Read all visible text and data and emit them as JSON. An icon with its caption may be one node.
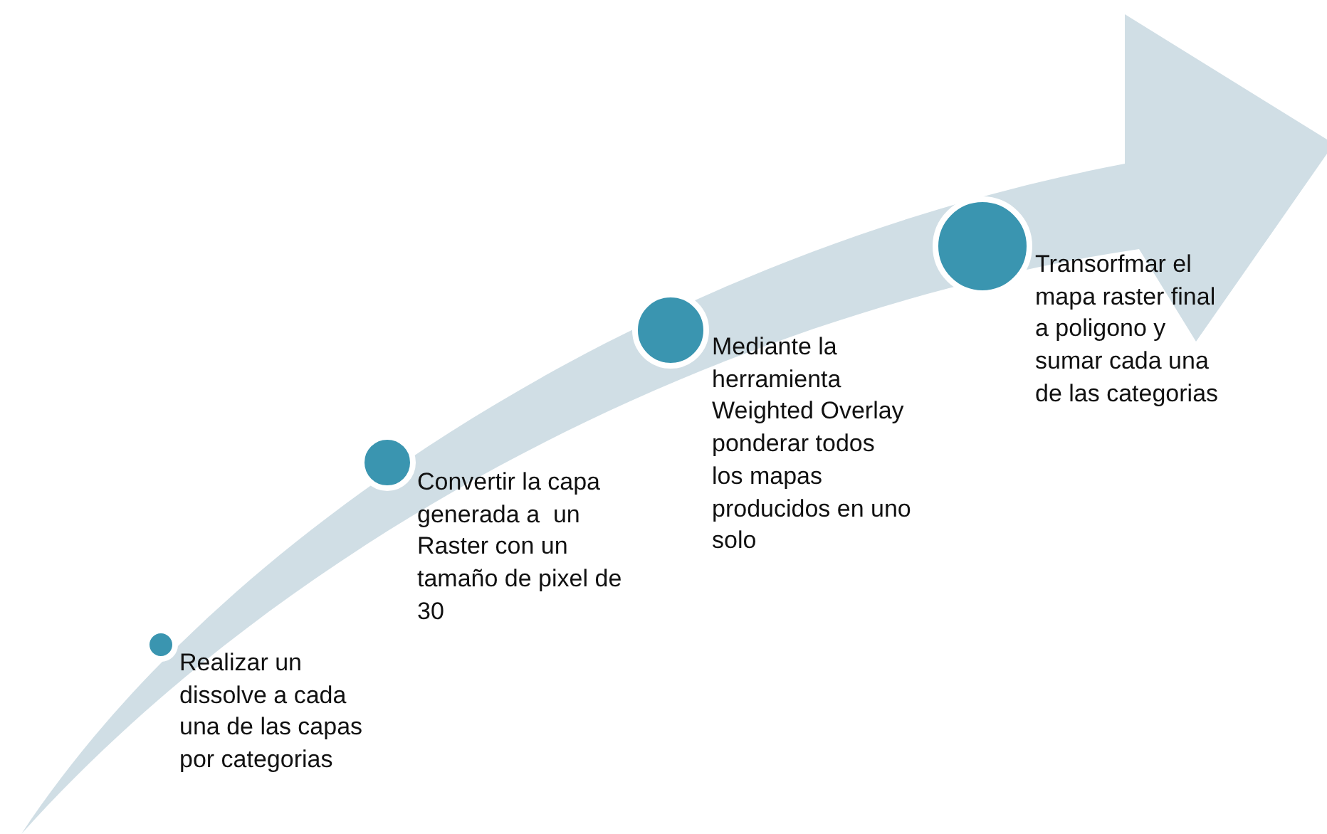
{
  "diagram": {
    "nodes": [
      {
        "text": [],
        "shape": "arrow"
      },
      {
        "text": [],
        "shape": "circle",
        "in": 0,
        "beside": [
          "Realizar un dissolve a cada una de las capas por categorias"
        ]
      },
      {
        "text": [],
        "shape": "circle",
        "in": 0,
        "beside": [
          "Convertir la capa generada a  un Raster con un tamaño de pixel de  30"
        ]
      },
      {
        "text": [],
        "shape": "circle",
        "in": 0,
        "beside": [
          "Mediante la herramienta Weighted Overlay ponderar todos los mapas producidos en uno solo"
        ]
      },
      {
        "text": [],
        "shape": "circle",
        "in": 0,
        "beside": [
          "Transorfmar el mapa raster final a poligono y sumar cada una de las categorias"
        ]
      }
    ]
  }
}
